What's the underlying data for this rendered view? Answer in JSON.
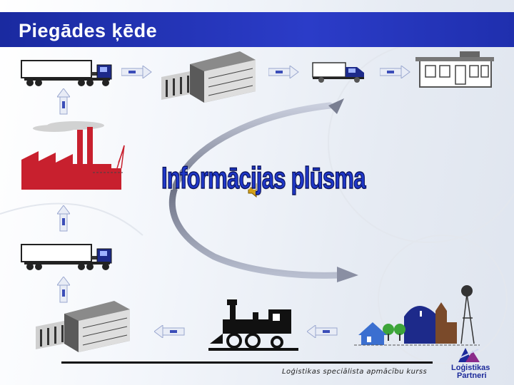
{
  "slide": {
    "title": "Piegādes ķēde",
    "center_label": "Informācijas plūsma",
    "footer": "Loģistikas speciālista apmācību kurss",
    "logo_line1": "Loģistikas",
    "logo_line2": "Partneri"
  },
  "colors": {
    "header": "#2233b8",
    "factory": "#c8202e",
    "info_text": "#1f37c8",
    "arrow": "#8a9bd8"
  },
  "icons": [
    "truck-icon",
    "warehouse-icon",
    "delivery-van-icon",
    "store-icon",
    "factory-icon",
    "speaker-icon",
    "locomotive-icon",
    "farm-icon",
    "logo-icon"
  ]
}
